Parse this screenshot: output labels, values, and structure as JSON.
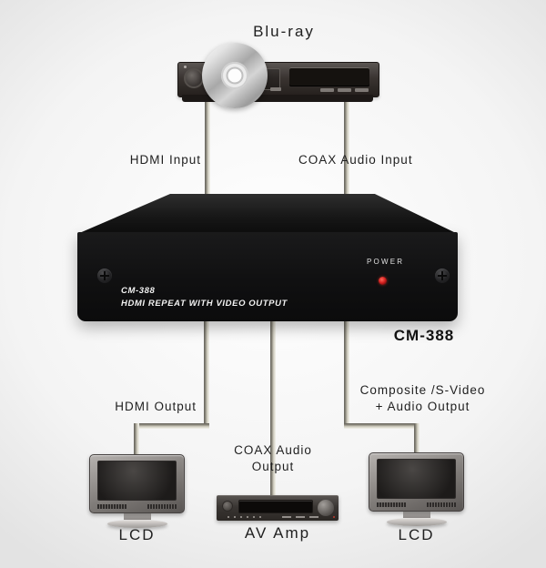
{
  "source_device": {
    "label": "Blu-ray"
  },
  "connections": {
    "hdmi_input": "HDMI Input",
    "coax_audio_input": "COAX Audio Input",
    "hdmi_output": "HDMI Output",
    "coax_audio_output_line1": "COAX Audio",
    "coax_audio_output_line2": "Output",
    "composite_output_line1": "Composite /S-Video",
    "composite_output_line2": "+ Audio Output"
  },
  "device": {
    "faceplate_model": "CM-388",
    "faceplate_subtitle": "HDMI REPEAT WITH VIDEO OUTPUT",
    "power_label": "POWER",
    "caption": "CM-388"
  },
  "sink_devices": {
    "lcd_left": "LCD",
    "av_amp": "AV Amp",
    "lcd_right": "LCD"
  },
  "colors": {
    "led": "#d42020",
    "cable_dark": "#63615a",
    "cable_light": "#f4f3ec",
    "chassis": "#101011",
    "label_text": "#1f1f1f"
  }
}
